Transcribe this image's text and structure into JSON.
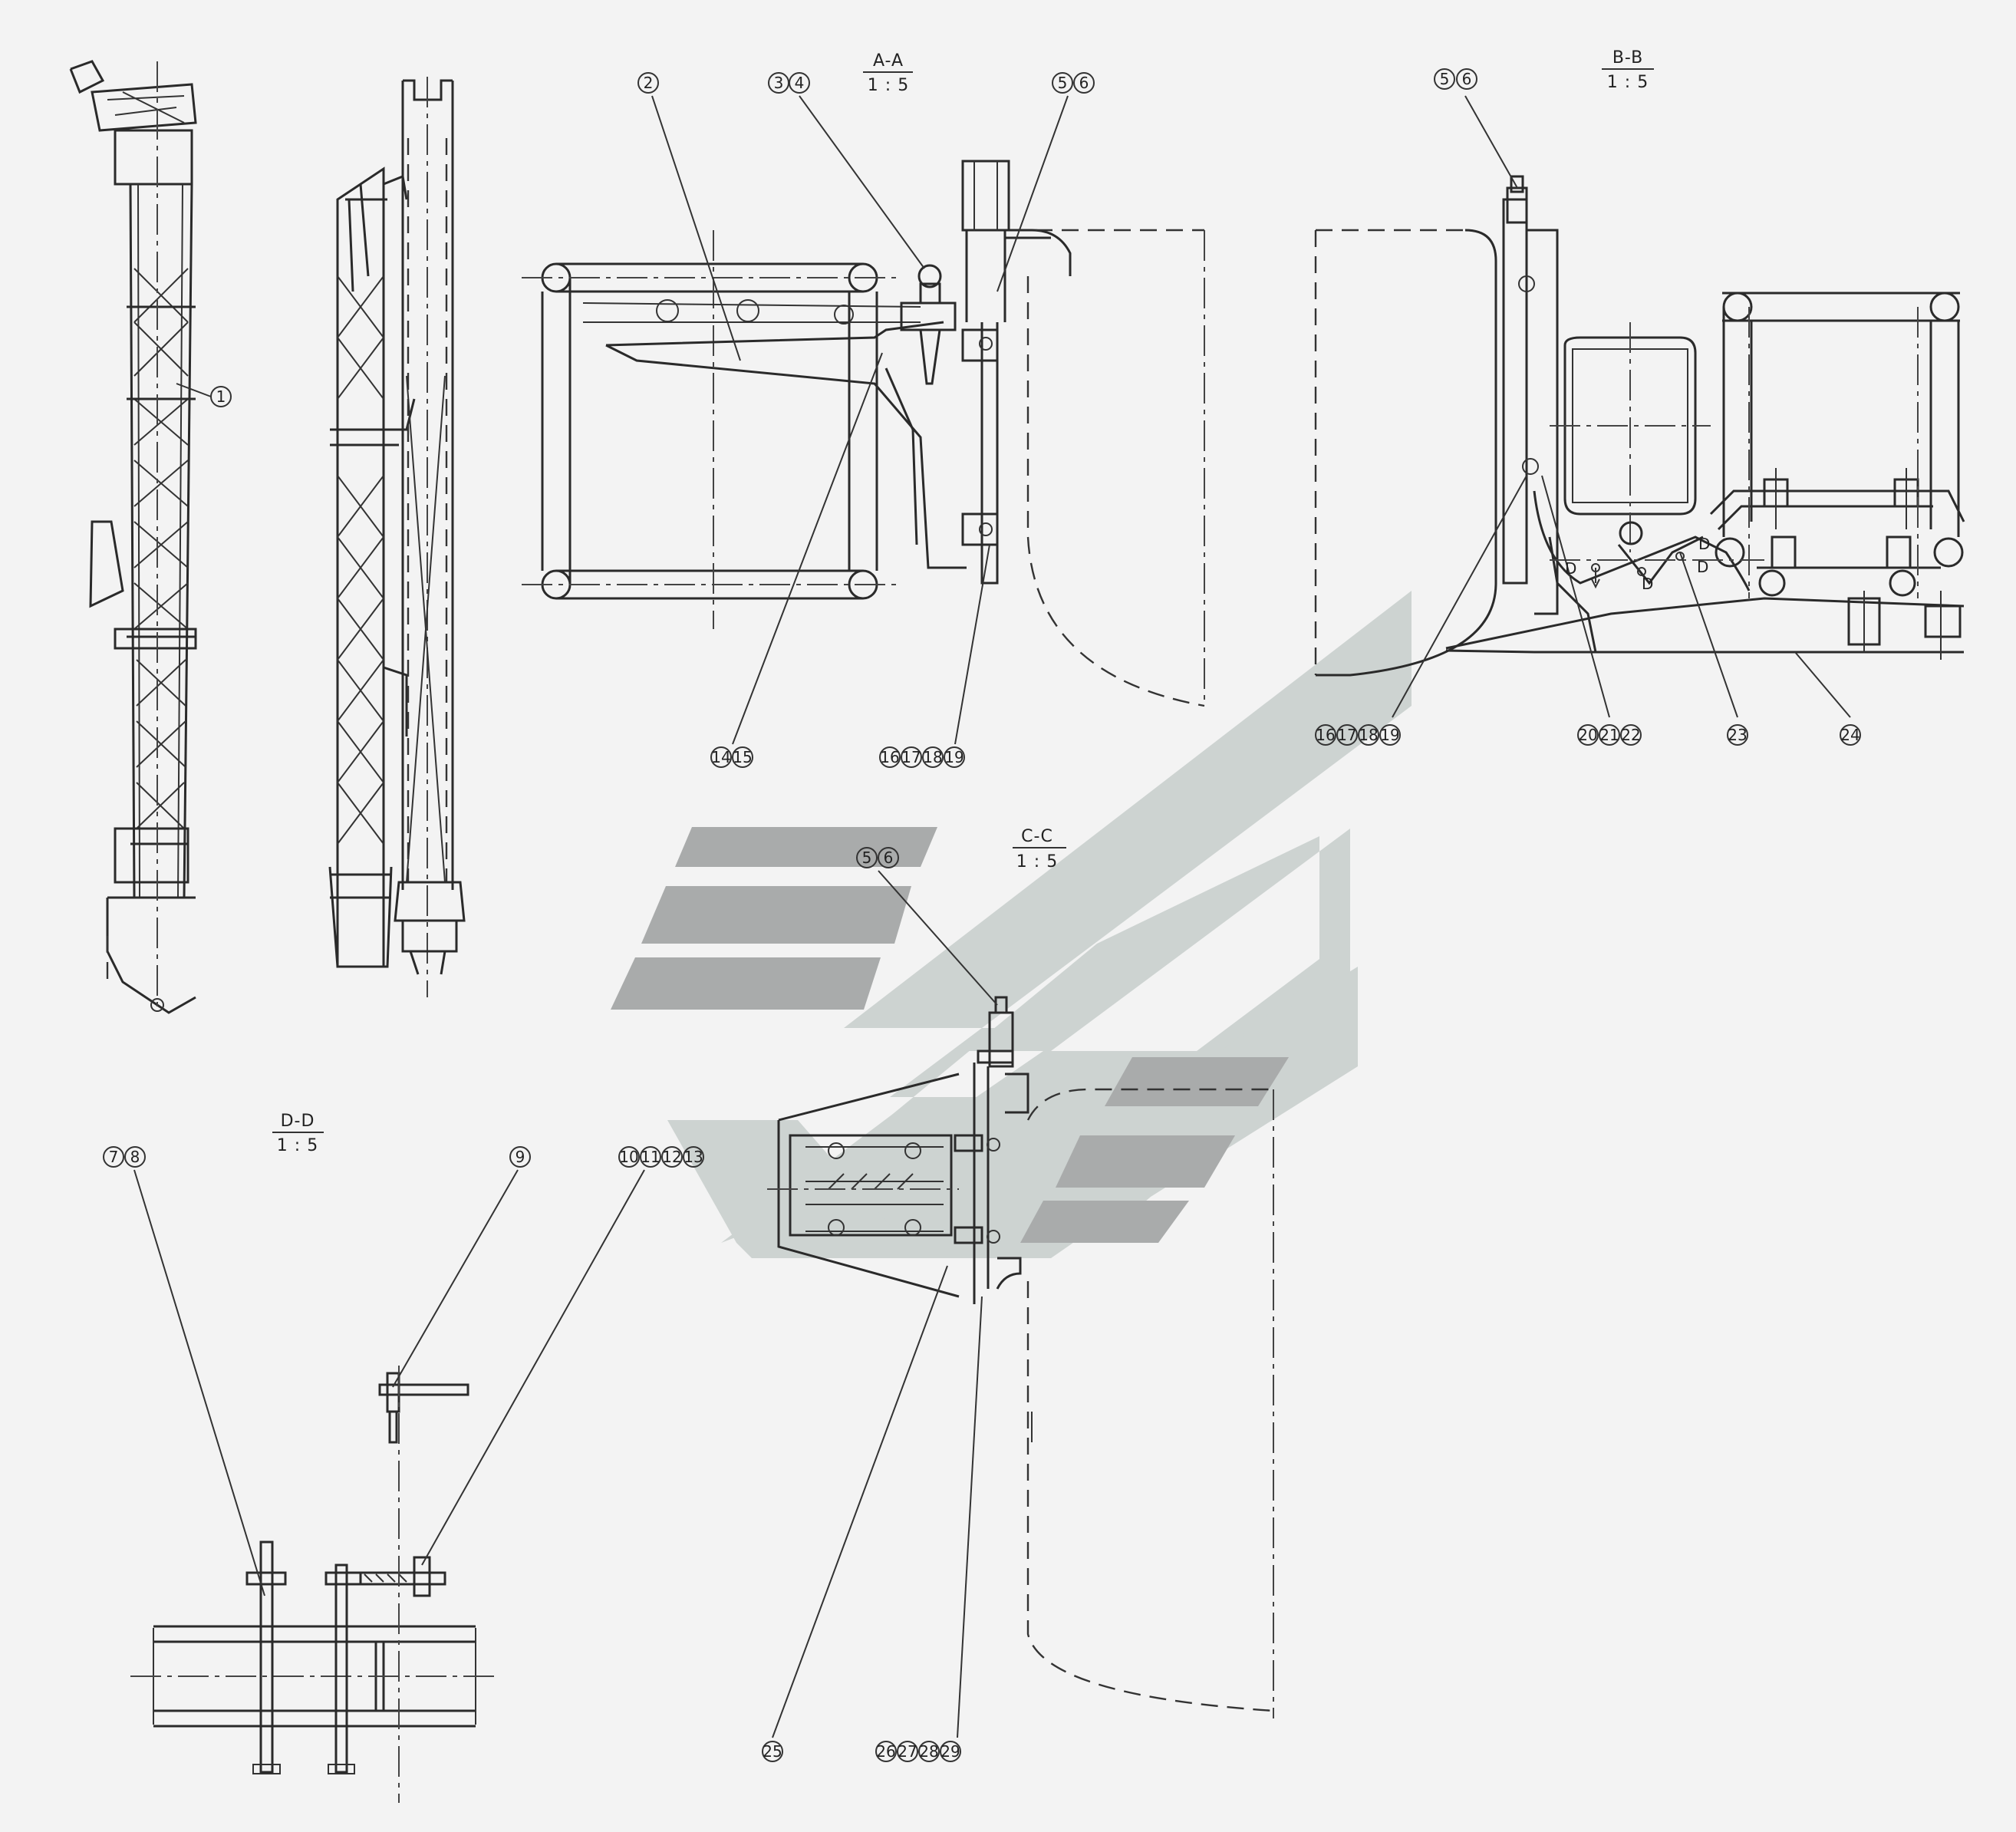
{
  "sections": [
    {
      "id": "AA",
      "title": "A-A",
      "scale": "1 : 5"
    },
    {
      "id": "BB",
      "title": "B-B",
      "scale": "1 : 5"
    },
    {
      "id": "CC",
      "title": "C-C",
      "scale": "1 : 5"
    },
    {
      "id": "DD",
      "title": "D-D",
      "scale": "1 : 5"
    }
  ],
  "callouts": {
    "c1": "1",
    "c2": "2",
    "c3": "3",
    "c4": "4",
    "c5aa": "5",
    "c6aa": "6",
    "c14": "14",
    "c15": "15",
    "c16aa": "16",
    "c17aa": "17",
    "c18aa": "18",
    "c19aa": "19",
    "c5bb": "5",
    "c6bb": "6",
    "c16bb": "16",
    "c17bb": "17",
    "c18bb": "18",
    "c19bb": "19",
    "c20": "20",
    "c21": "21",
    "c22": "22",
    "c23": "23",
    "c24": "24",
    "c5cc": "5",
    "c6cc": "6",
    "c25": "25",
    "c26": "26",
    "c27": "27",
    "c28": "28",
    "c29": "29",
    "c7": "7",
    "c8": "8",
    "c9": "9",
    "c10": "10",
    "c11": "11",
    "c12": "12",
    "c13": "13"
  },
  "view_markers": {
    "d1": "D",
    "d2": "D",
    "d3": "D",
    "d4": "D"
  },
  "colors": {
    "line": "#2a2a2a",
    "background": "#f3f3f3",
    "watermark_light": "#cdd3d1",
    "watermark_dark": "#a9abab"
  }
}
